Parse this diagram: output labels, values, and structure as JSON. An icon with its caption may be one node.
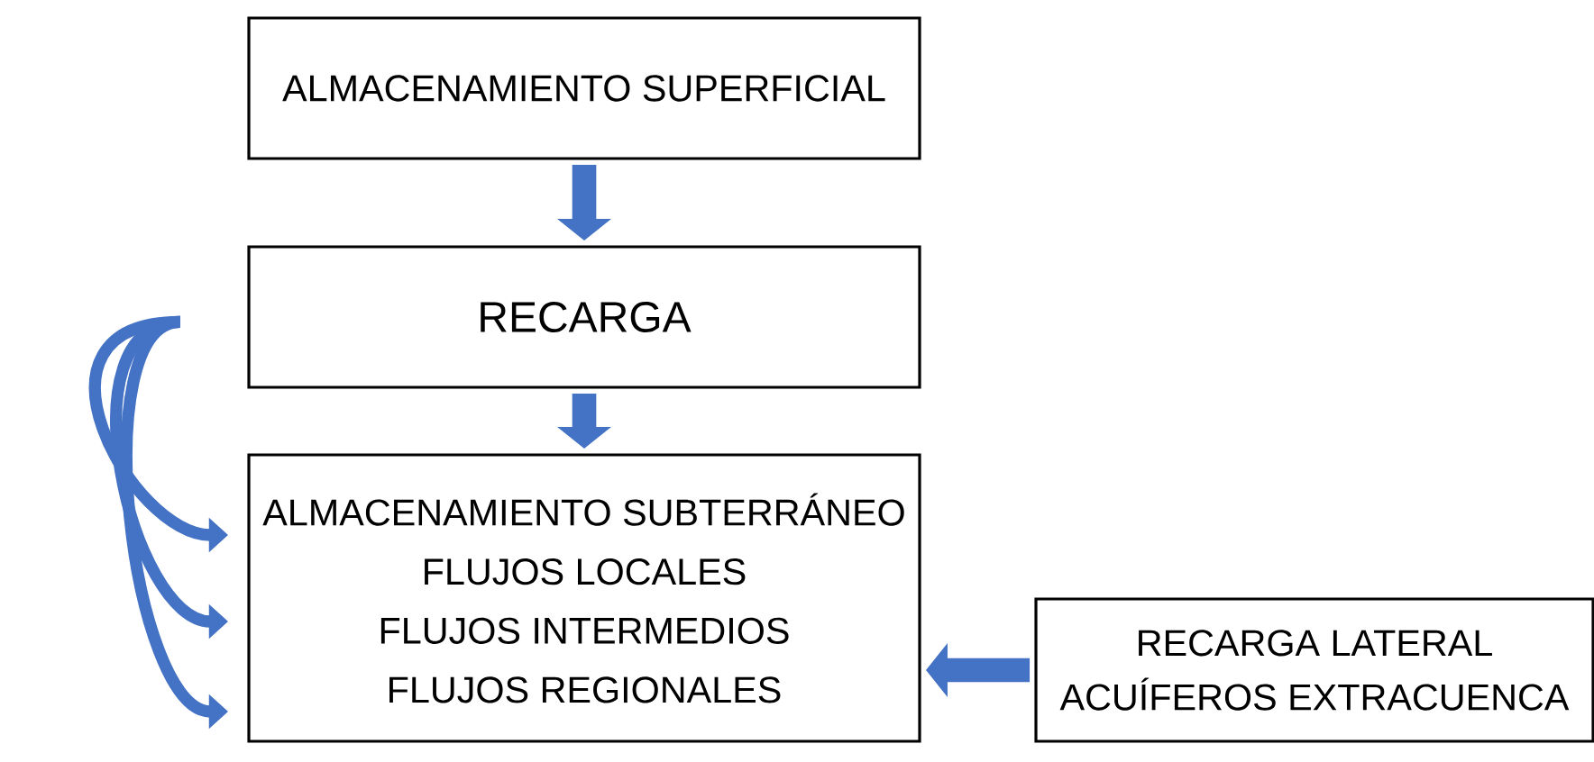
{
  "diagram": {
    "nodes": [
      {
        "text": [
          "ALMACENAMIENTO SUPERFICIAL"
        ]
      },
      {
        "text": [
          "RECARGA"
        ]
      },
      {
        "text": [
          "ALMACENAMIENTO SUBTERRÁNEO",
          "FLUJOS LOCALES",
          "FLUJOS INTERMEDIOS",
          "FLUJOS REGIONALES"
        ]
      },
      {
        "text": [
          "RECARGA LATERAL",
          "ACUÍFEROS EXTRACUENCA"
        ]
      }
    ],
    "edges": [
      {
        "from": 0,
        "to": 1,
        "arrow": "to",
        "style": "thick"
      },
      {
        "from": 1,
        "to": 2,
        "arrow": "to",
        "style": "thick"
      },
      {
        "from": 1,
        "to": 2,
        "arrow": "to"
      },
      {
        "from": 1,
        "to": 2,
        "arrow": "to"
      },
      {
        "from": 1,
        "to": 2,
        "arrow": "to"
      },
      {
        "from": 3,
        "to": 2,
        "arrow": "to",
        "style": "thick"
      }
    ]
  }
}
